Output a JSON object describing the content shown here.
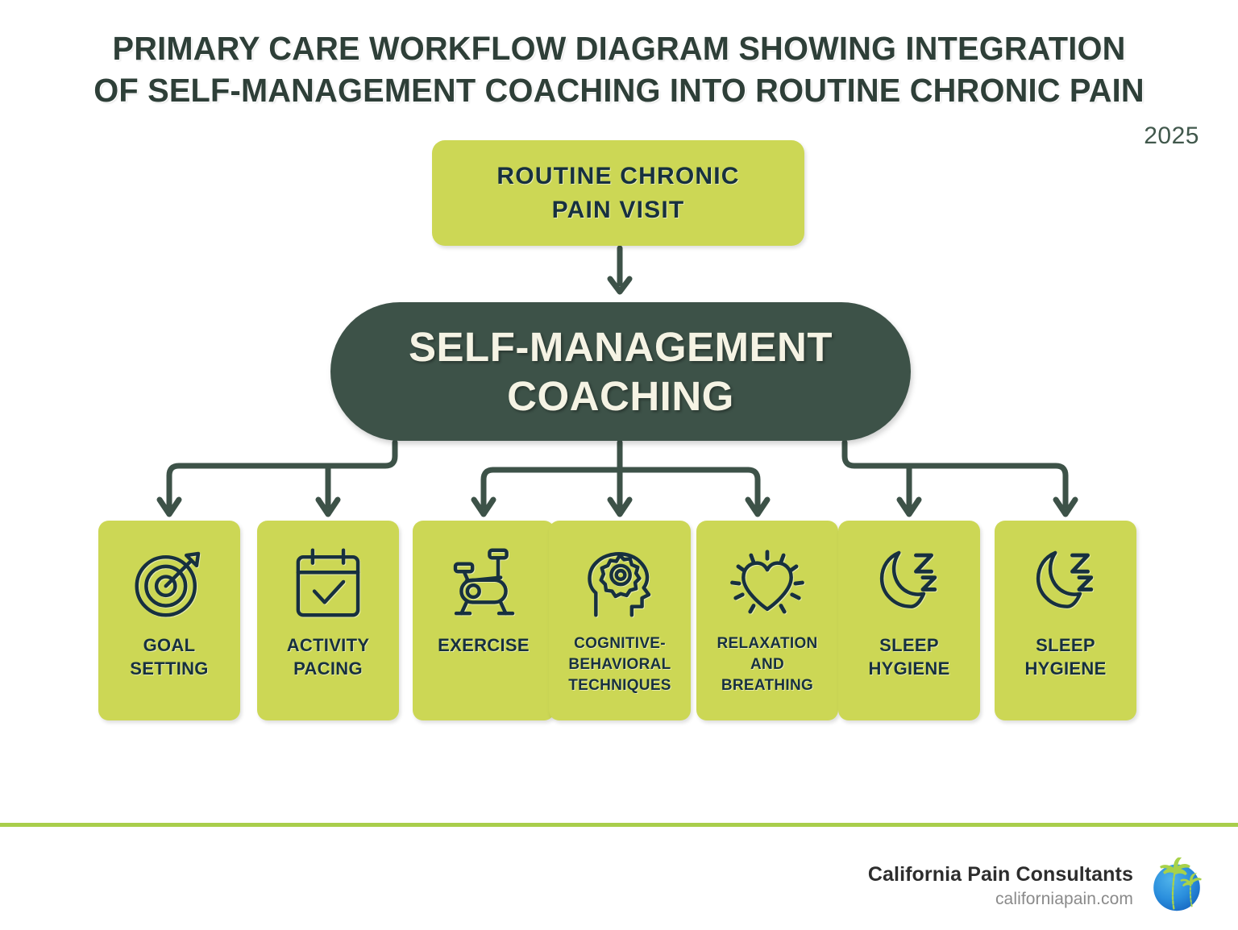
{
  "title": {
    "line1": "PRIMARY CARE WORKFLOW DIAGRAM SHOWING INTEGRATION",
    "line2": "OF SELF-MANAGEMENT COACHING INTO ROUTINE CHRONIC PAIN",
    "year": "2025"
  },
  "colors": {
    "card_fill": "#ccd755",
    "main_node_fill": "#3d5248",
    "connector": "#3d5248",
    "dark_text": "#17303f",
    "light_text": "#f5f3e4",
    "title_text": "#2e3f38",
    "footer_rule": "#a9ce4b",
    "logo_globe": "#2b8fdd",
    "logo_palm": "#a8d24a"
  },
  "top_node": {
    "label": "ROUTINE CHRONIC\nPAIN VISIT"
  },
  "main_node": {
    "label": "SELF-MANAGEMENT\nCOACHING"
  },
  "cards": [
    {
      "label": "GOAL\nSETTING",
      "icon": "target-arrow-icon"
    },
    {
      "label": "ACTIVITY\nPACING",
      "icon": "calendar-check-icon"
    },
    {
      "label": "EXERCISE",
      "icon": "exercise-bike-icon"
    },
    {
      "label": "COGNITIVE-\nBEHAVIORAL\nTECHNIQUES",
      "icon": "head-gear-icon"
    },
    {
      "label": "RELAXATION\nAND\nBREATHING",
      "icon": "radiant-heart-icon"
    },
    {
      "label": "SLEEP\nHYGIENE",
      "icon": "moon-zzz-icon"
    },
    {
      "label": "SLEEP\nHYGIENE",
      "icon": "moon-zzz-icon"
    }
  ],
  "footer": {
    "brand": "California Pain Consultants",
    "website": "californiapain.com",
    "logo": "globe-palm-trees-logo"
  }
}
